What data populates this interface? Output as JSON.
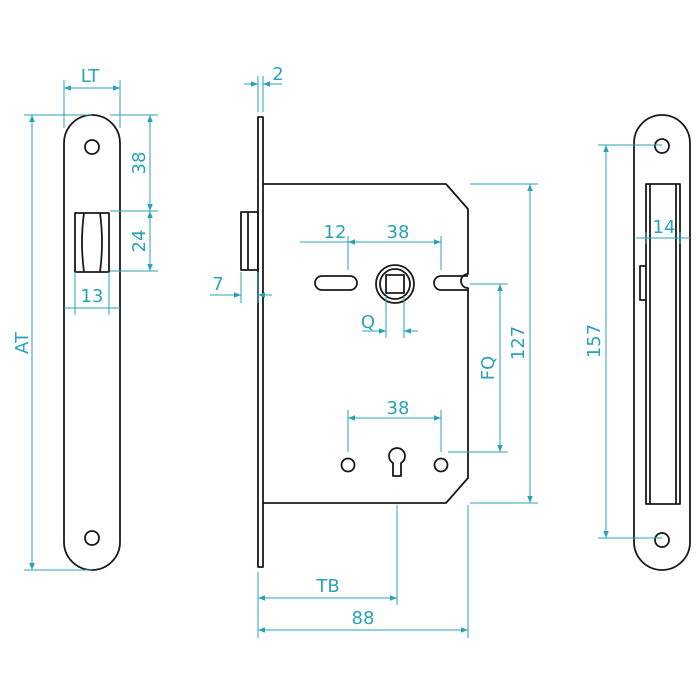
{
  "diagram": {
    "line_color": "#1a1a1a",
    "dimension_color": "#2aa3b5",
    "labels": {
      "lt": "LT",
      "at": "AT",
      "faceplate_top_dist": "38",
      "faceplate_latch_len": "24",
      "faceplate_latch_width": "13",
      "plate_thickness": "2",
      "latch_projection": "7",
      "handle_offset": "12",
      "handle_spacing": "38",
      "spindle": "Q",
      "fq": "FQ",
      "case_height": "127",
      "key_spacing": "38",
      "backset": "TB",
      "case_depth": "88",
      "front_height": "157",
      "front_width": "14"
    }
  }
}
